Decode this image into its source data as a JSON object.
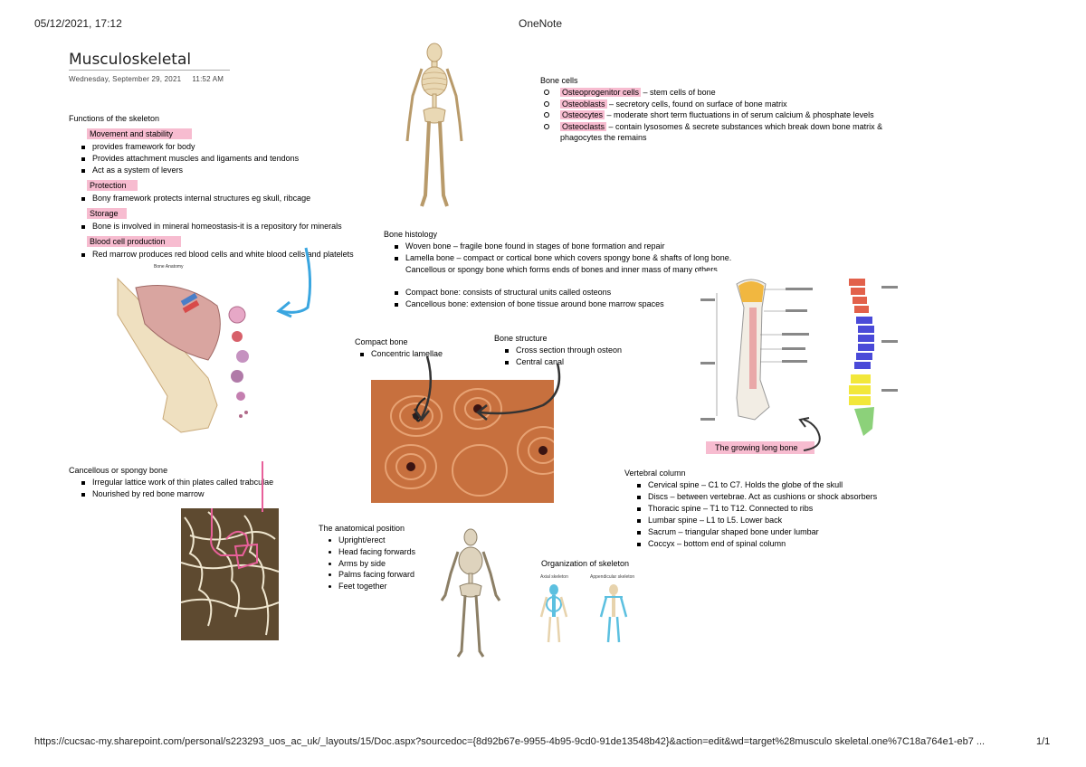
{
  "header": {
    "datetime": "05/12/2021, 17:12",
    "app": "OneNote"
  },
  "page": {
    "title": "Musculoskeletal",
    "meta": "Wednesday, September 29, 2021     11:52 AM"
  },
  "functions": {
    "heading": "Functions of the skeleton",
    "movement": "Movement and stability",
    "movement_items": [
      "provides framework for body",
      "Provides attachment muscles and ligaments and tendons",
      "Act as a system of levers"
    ],
    "protection": "Protection",
    "protection_items": [
      "Bony framework protects internal structures eg skull, ribcage"
    ],
    "storage": "Storage",
    "storage_items": [
      "Bone is involved in mineral homeostasis-it is a repository for minerals"
    ],
    "blood": "Blood cell production",
    "blood_items": [
      "Red marrow produces red blood cells and white blood cells and platelets"
    ]
  },
  "bone_cells": {
    "heading": "Bone cells",
    "items": [
      {
        "term": "Osteoprogenitor cells",
        "desc": " – stem cells of bone"
      },
      {
        "term": "Osteoblasts",
        "desc": " – secretory cells, found on surface of bone matrix"
      },
      {
        "term": "Osteocytes",
        "desc": " – moderate short term fluctuations in of serum calcium & phosphate levels"
      },
      {
        "term": "Osteoclasts",
        "desc": " – contain lysosomes & secrete substances which break down bone matrix & phagocytes the remains"
      }
    ]
  },
  "histology": {
    "heading": "Bone histology",
    "items": [
      "Woven bone – fragile bone found in stages of bone formation and repair",
      "Lamella bone – compact or cortical bone which covers spongy bone & shafts of long bone.",
      "Compact bone: consists of structural units called osteons",
      "Cancellous bone: extension of bone tissue around bone marrow spaces"
    ],
    "lamella_cont": "Cancellous or spongy bone which forms ends of bones and inner mass of many others"
  },
  "bone_anatomy_label": "Bone Anatomy",
  "compact_bone": {
    "heading": "Compact bone",
    "items": [
      "Concentric lamellae"
    ]
  },
  "bone_structure": {
    "heading": "Bone structure",
    "items": [
      "Cross section through osteon",
      "Central canal"
    ]
  },
  "growing_long_bone": "The growing long bone",
  "cancellous": {
    "heading": "Cancellous or spongy bone",
    "items": [
      "Irregular lattice work of thin plates called trabculae",
      "Nourished by red bone marrow"
    ]
  },
  "anatomical_position": {
    "heading": "The anatomical position",
    "items": [
      "Upright/erect",
      "Head facing forwards",
      "Arms by side",
      "Palms facing forward",
      "Feet together"
    ]
  },
  "vertebral": {
    "heading": "Vertebral column",
    "items": [
      "Cervical spine – C1 to C7. Holds the globe of the skull",
      "Discs – between vertebrae. Act as cushions or shock absorbers",
      "Thoracic spine – T1 to T12. Connected to ribs",
      "Lumbar spine – L1 to L5. Lower back",
      "Sacrum – triangular shaped bone under lumbar",
      "Coccyx – bottom end of spinal column"
    ]
  },
  "organization": {
    "heading": "Organization of skeleton",
    "axial": "Axial skeleton",
    "appendicular": "Appendicular skeleton"
  },
  "footer": {
    "url": "https://cucsac-my.sharepoint.com/personal/s223293_uos_ac_uk/_layouts/15/Doc.aspx?sourcedoc={8d92b67e-9955-4b95-9cd0-91de13548b42}&action=edit&wd=target%28musculo skeletal.one%7C18a764e1-eb7 ...",
    "page": "1/1"
  },
  "colors": {
    "highlight": "#f7bcd0",
    "arrow_blue": "#3aa6e0",
    "pink_outline": "#e8609a",
    "dark_arrow": "#333333"
  }
}
